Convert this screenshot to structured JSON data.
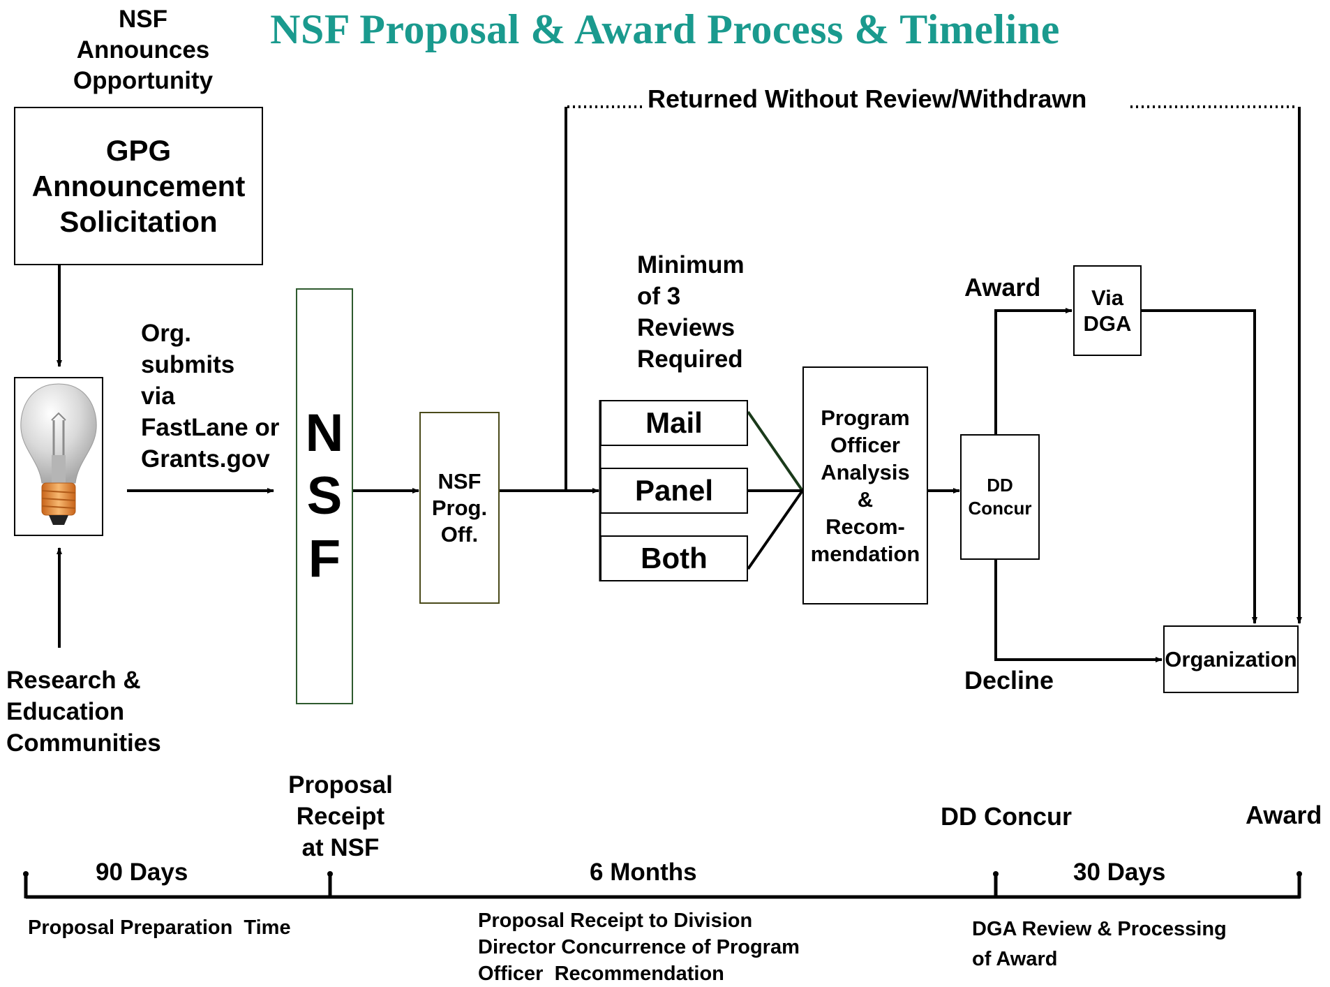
{
  "title": "NSF Proposal & Award Process & Timeline",
  "colors": {
    "title": "#1a9a8e",
    "nsf_border": "#2e5a2e",
    "prog_off_border": "#4a4a1a",
    "mail_line": "#1a3a1a"
  },
  "labels": {
    "nsf_announces": "NSF\nAnnounces\nOpportunity",
    "gpg_box": "GPG\nAnnouncement\nSolicitation",
    "org_submits": "Org.\nsubmits\nvia\nFastLane or\nGrants.gov",
    "research_communities": "Research &\nEducation\nCommunities",
    "nsf_column": "N\nS\nF",
    "prog_off_box": "NSF\nProg.\nOff.",
    "returned": "Returned Without Review/Withdrawn",
    "minimum_reviews": "Minimum\nof 3\nReviews\nRequired",
    "review_mail": "Mail",
    "review_panel": "Panel",
    "review_both": "Both",
    "po_analysis": "Program\nOfficer\nAnalysis\n&\nRecom-\nmendation",
    "dd_concur_box": "DD\nConcur",
    "award_branch": "Award",
    "via_dga": "Via\nDGA",
    "decline_branch": "Decline",
    "organization": "Organization"
  },
  "timeline": {
    "proposal_receipt": "Proposal\nReceipt\nat NSF",
    "dd_concur": "DD Concur",
    "award": "Award",
    "seg1_duration": "90 Days",
    "seg2_duration": "6 Months",
    "seg3_duration": "30 Days",
    "seg1_desc": "Proposal Preparation  Time",
    "seg2_desc": "Proposal Receipt to Division\nDirector Concurrence of Program\nOfficer  Recommendation",
    "seg3_desc": "DGA Review & Processing\nof Award"
  }
}
